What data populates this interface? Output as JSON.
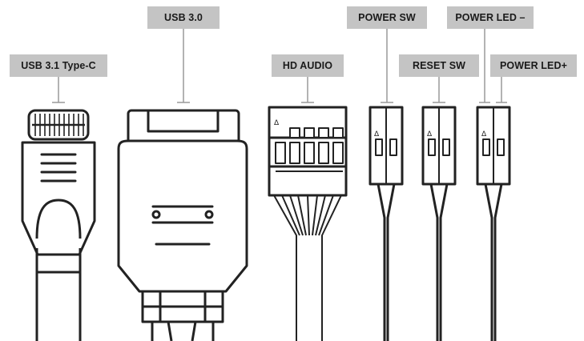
{
  "labels": {
    "usb3": "USB 3.0",
    "power_sw": "POWER SW",
    "power_led_minus": "POWER LED –",
    "usbc": "USB 3.1 Type-C",
    "hd_audio": "HD AUDIO",
    "reset_sw": "RESET SW",
    "power_led_plus": "POWER LED+"
  },
  "pin_marker": "Δ",
  "colors": {
    "label_bg": "#c4c4c4",
    "line": "#222222",
    "leader": "#9a9a9a",
    "connector_fill": "#ffffff"
  }
}
